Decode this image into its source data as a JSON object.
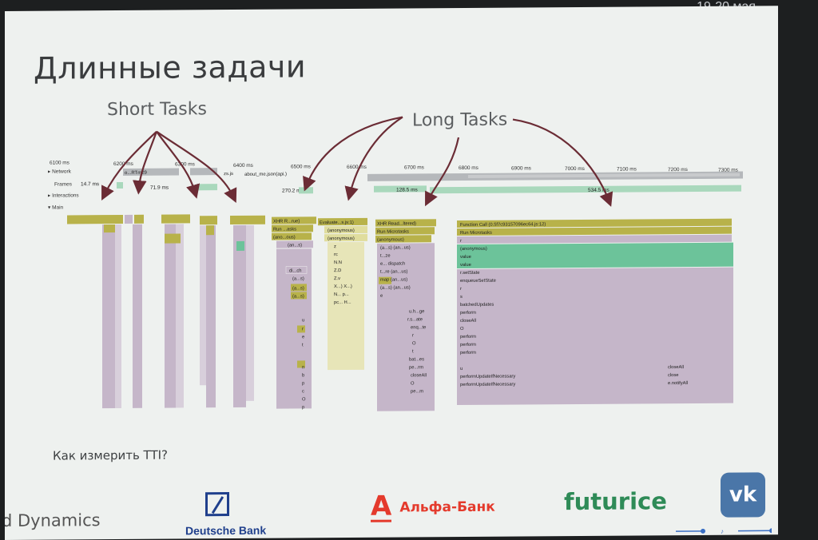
{
  "date": "19-20 мая",
  "title": "Длинные задачи",
  "labels": {
    "short": "Short Tasks",
    "long": "Long Tasks"
  },
  "question": "Как измерить TTI?",
  "timeline": {
    "ruler": [
      "6100 ms",
      "6200 ms",
      "6300 ms",
      "6400 ms",
      "6500 ms",
      "6600 ms",
      "6700 ms",
      "6800 ms",
      "6900 ms",
      "7000 ms",
      "7100 ms",
      "7200 ms",
      "7300 ms"
    ],
    "tracks": [
      "▸ Network",
      "Frames",
      "▸ Interactions",
      "▾ Main"
    ],
    "frames_values": [
      "14.7 ms",
      "71.9 ms",
      "270.2 ms",
      "128.5 ms",
      "534.5 ms"
    ],
    "network_items": [
      "o...RTm29",
      "zs.js",
      "about_me.json(api.)"
    ],
    "long1": [
      "XHR R...rue}",
      "Run ...asks",
      "(ano...ous)",
      "(an...s)",
      "di...ch",
      "(a...s)",
      "(a...s)",
      "(a...s)",
      "u",
      "r",
      "e",
      "t",
      "n",
      "b",
      "p",
      "c",
      "O",
      "p"
    ],
    "long2": [
      "Evaluate...s.js:1)",
      "(anonymous)",
      "(anonymous)",
      "z",
      "rc",
      "N.N",
      "Z.D",
      "Z.v",
      "X...) X...)",
      "N... p...",
      "pc... H..."
    ],
    "long3": [
      "XHR Read...ltered)",
      "Run Microtasks",
      "(anonymous)",
      "(a...s) (an...us)",
      "t...ze",
      "e... dispatch",
      "t...re (an...us)",
      "map (an...us)",
      "(a...s) (an...us)",
      "e",
      "u.h...ge",
      "r.s...ate",
      "enq...te",
      "r",
      "O",
      "t",
      "bat...es",
      "pe...rm",
      "closeAll",
      "O",
      "pe...m"
    ],
    "long4": [
      "Function Call (0.5f7c93157096ec64.js:12)",
      "Run Microtasks",
      "r",
      "(anonymous)",
      "value",
      "value",
      "r.setState",
      "enqueueSetState",
      "r",
      "s",
      "batchedUpdates",
      "perform",
      "closeAll",
      "O",
      "perform",
      "perform",
      "perform",
      "u",
      "performUpdateIfNecessary",
      "performUpdateIfNecessary"
    ],
    "long4_right": [
      "closeAll",
      "close",
      "e.notifyAll"
    ]
  },
  "logos": {
    "dynamics": "d Dynamics",
    "deutsche_bank": "Deutsche Bank",
    "alfa_letter": "А",
    "alfa_text": "Альфа-Банк",
    "futurice": "futurice",
    "vk": "vk"
  },
  "colors": {
    "olive": "#b8b24a",
    "mauve": "#c5b6c9",
    "green": "#6cc39a",
    "green_light": "#a9d8bc",
    "arrow": "#6b2c35"
  }
}
